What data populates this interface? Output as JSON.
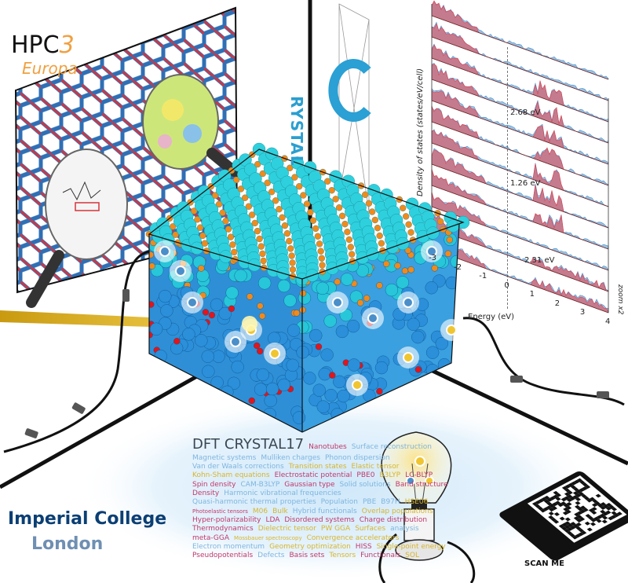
{
  "logos": {
    "hpc_europa": {
      "line1": "HPC",
      "line2": "Europa",
      "superscript": "3"
    },
    "crystal": "RYSTAL",
    "institution": {
      "line1": "Imperial College",
      "line2": "London"
    }
  },
  "qr_label": "SCAN ME",
  "chart_data": {
    "type": "area",
    "title": "",
    "xlabel": "Energy (eV)",
    "ylabel": "Density of states (states/eV/cell)",
    "x_ticks": [
      "-3",
      "-2",
      "-1",
      "0",
      "1",
      "2",
      "3",
      "4"
    ],
    "xlim": [
      -3,
      4
    ],
    "series_colors": {
      "spin_up": "#e8414b",
      "spin_down": "#4a8fc9"
    },
    "stacked_panels": 12,
    "annotations": [
      {
        "text": "2.68 eV"
      },
      {
        "text": "1.26 eV"
      },
      {
        "text": "2.31 eV"
      },
      {
        "text": "zoom x2"
      }
    ],
    "fermi_level_line": 0
  },
  "word_cloud": [
    {
      "text": "DFT",
      "color": "#3b4652"
    },
    {
      "text": "CRYSTAL17",
      "color": "#3b4652"
    },
    {
      "text": "Nanotubes",
      "color": "#c0396b"
    },
    {
      "text": "Surface reconstruction",
      "color": "#7fb5de"
    },
    {
      "text": "Magnetic systems",
      "color": "#7fb5de"
    },
    {
      "text": "Mulliken charges",
      "color": "#7fb5de"
    },
    {
      "text": "Phonon dispersion",
      "color": "#7fb5de"
    },
    {
      "text": "Van der Waals corrections",
      "color": "#7fb5de"
    },
    {
      "text": "Transition states",
      "color": "#d7b52e"
    },
    {
      "text": "Elastic tensor",
      "color": "#d7b52e"
    },
    {
      "text": "Kohn-Sham equations",
      "color": "#d7b52e"
    },
    {
      "text": "Electrostatic potential",
      "color": "#c0396b"
    },
    {
      "text": "PBE0",
      "color": "#c0396b"
    },
    {
      "text": "B3LYP",
      "color": "#d7b52e"
    },
    {
      "text": "LC-BLYP",
      "color": "#c0396b"
    },
    {
      "text": "Spin density",
      "color": "#c0396b"
    },
    {
      "text": "CAM-B3LYP",
      "color": "#7fb5de"
    },
    {
      "text": "Gaussian type",
      "color": "#c0396b"
    },
    {
      "text": "Solid solutions",
      "color": "#7fb5de"
    },
    {
      "text": "Band structure",
      "color": "#c0396b"
    },
    {
      "text": "Density",
      "color": "#c0396b"
    },
    {
      "text": "Harmonic vibrational frequencies",
      "color": "#7fb5de"
    },
    {
      "text": "Quasi-harmonic thermal properties",
      "color": "#7fb5de"
    },
    {
      "text": "Population",
      "color": "#7fb5de"
    },
    {
      "text": "PBE",
      "color": "#7fb5de"
    },
    {
      "text": "B97H",
      "color": "#7fb5de"
    },
    {
      "text": "HSE06",
      "color": "#d7b52e"
    },
    {
      "text": "Photoelastic tensors",
      "color": "#c0396b"
    },
    {
      "text": "M06",
      "color": "#d7b52e"
    },
    {
      "text": "Bulk",
      "color": "#d7b52e"
    },
    {
      "text": "Hybrid functionals",
      "color": "#7fb5de"
    },
    {
      "text": "Overlap populations",
      "color": "#d7b52e"
    },
    {
      "text": "Hyper-polarizability",
      "color": "#c0396b"
    },
    {
      "text": "LDA",
      "color": "#c0396b"
    },
    {
      "text": "Disordered systems",
      "color": "#c0396b"
    },
    {
      "text": "Charge distribution",
      "color": "#c0396b"
    },
    {
      "text": "Thermodynamics",
      "color": "#c0396b"
    },
    {
      "text": "Dielectric tensor",
      "color": "#d7b52e"
    },
    {
      "text": "PW GGA",
      "color": "#d7b52e"
    },
    {
      "text": "Surfaces",
      "color": "#d7b52e"
    },
    {
      "text": "analysis",
      "color": "#7fb5de"
    },
    {
      "text": "meta-GGA",
      "color": "#c0396b"
    },
    {
      "text": "Mossbauer spectroscopy",
      "color": "#d7b52e"
    },
    {
      "text": "Convergence accelerators",
      "color": "#d7b52e"
    },
    {
      "text": "Electron momentum",
      "color": "#7fb5de"
    },
    {
      "text": "Geometry optimization",
      "color": "#d7b52e"
    },
    {
      "text": "HISS",
      "color": "#c0396b"
    },
    {
      "text": "Single-point energy",
      "color": "#d7b52e"
    },
    {
      "text": "Pseudopotentials",
      "color": "#c0396b"
    },
    {
      "text": "Defects",
      "color": "#7fb5de"
    },
    {
      "text": "Basis sets",
      "color": "#c0396b"
    },
    {
      "text": "Tensors",
      "color": "#d7b52e"
    },
    {
      "text": "Functionals",
      "color": "#c0396b"
    },
    {
      "text": "SOL",
      "color": "#d7b52e"
    }
  ]
}
